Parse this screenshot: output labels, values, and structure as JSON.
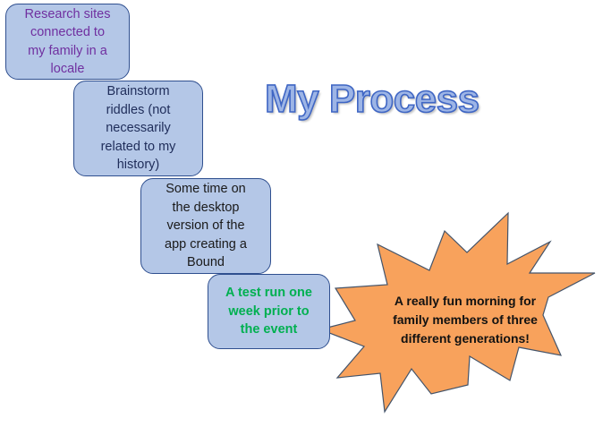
{
  "title": "My Process",
  "steps": [
    {
      "lines": [
        "Research sites",
        "connected to",
        "my family in a",
        "locale"
      ]
    },
    {
      "lines": [
        "Brainstorm",
        "riddles (not",
        "necessarily",
        "related to my",
        "history)"
      ]
    },
    {
      "lines": [
        "Some time on",
        "the desktop",
        "version of the",
        "app creating a",
        "Bound"
      ]
    },
    {
      "lines": [
        "A test run one",
        "week prior to",
        "the event"
      ]
    }
  ],
  "outcome": {
    "lines": [
      "A really fun morning for",
      "family members of three",
      "different generations!"
    ]
  },
  "colors": {
    "box_fill": "#b4c7e7",
    "box_border": "#2f4f8f",
    "burst_fill": "#f4a460",
    "burst_border": "#44546a"
  }
}
